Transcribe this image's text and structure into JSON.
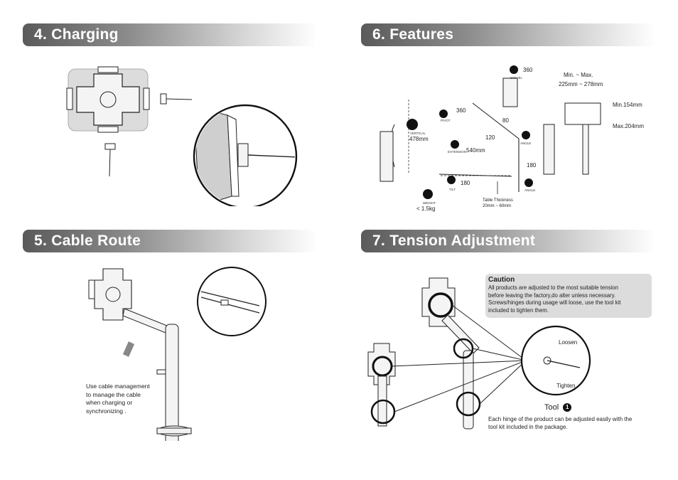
{
  "sections": {
    "charging": {
      "title": "4. Charging"
    },
    "cable_route": {
      "title": "5. Cable Route",
      "note_lines": [
        "Use cable management",
        "to manage the cable",
        "when charging or",
        "synchronizing ."
      ]
    },
    "features": {
      "title": "6. Features",
      "swivel_angle": "360",
      "swivel_label": "SWIVEL",
      "pivot_angle": "360",
      "pivot_label": "PIVOT",
      "vertical_label": "VERTICAL",
      "vertical_height": "478mm",
      "extension_label": "EXTENSION",
      "extension_length": "540mm",
      "tilt_angle": "180",
      "tilt_label": "TILT",
      "weight_label": "WEIGHT",
      "weight": "< 1.5kg",
      "angle1_label": "ANGLE",
      "angle1_angle": "80",
      "angle1_value": "120",
      "angle2_label": "ANGLE",
      "angle2_value": "180",
      "table_thickness_title": "Table Thickness",
      "table_thickness_range": "20mm ~ 60mm",
      "width_title": "Min. ~ Max.",
      "width_range": "225mm ~ 278mm",
      "height_min": "Min.154mm",
      "height_max": "Max.204mm"
    },
    "tension": {
      "title": "7. Tension Adjustment",
      "caution_title": "Caution",
      "caution_lines": [
        "All products are adjusted to the most suitable tension",
        "before leaving the factory,do alter unless necessary.",
        "Screws/hinges during usage will loose, use the tool kit",
        "included to tighten them."
      ],
      "loosen": "Loosen",
      "tighten": "Tighten",
      "tool_label": "Tool",
      "tool_number": "1",
      "hinge_note_lines": [
        "Each hinge of the product can be adjusted easily with the",
        "tool kit included in the package."
      ]
    }
  }
}
